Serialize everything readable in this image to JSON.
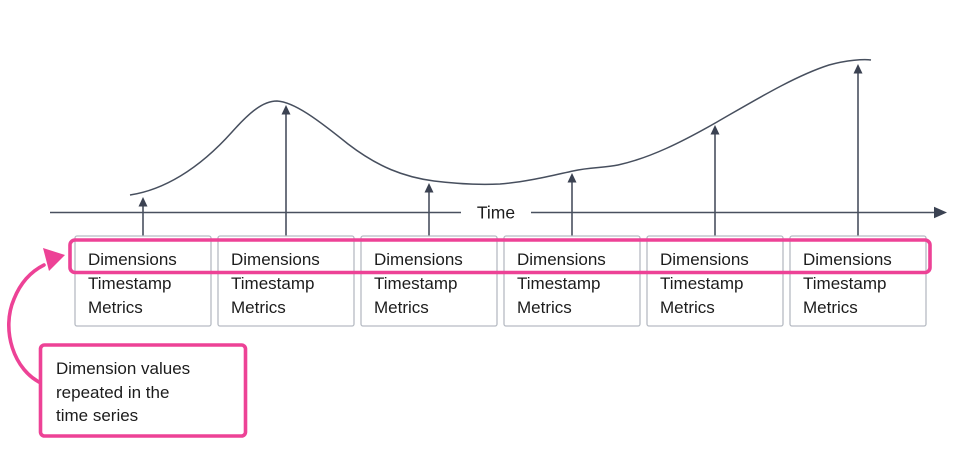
{
  "axis": {
    "label": "Time"
  },
  "records": [
    {
      "fields": [
        "Dimensions",
        "Timestamp",
        "Metrics"
      ]
    },
    {
      "fields": [
        "Dimensions",
        "Timestamp",
        "Metrics"
      ]
    },
    {
      "fields": [
        "Dimensions",
        "Timestamp",
        "Metrics"
      ]
    },
    {
      "fields": [
        "Dimensions",
        "Timestamp",
        "Metrics"
      ]
    },
    {
      "fields": [
        "Dimensions",
        "Timestamp",
        "Metrics"
      ]
    },
    {
      "fields": [
        "Dimensions",
        "Timestamp",
        "Metrics"
      ]
    }
  ],
  "annotation": {
    "lines": [
      "Dimension values",
      "repeated in the",
      "time series"
    ]
  },
  "icons": {
    "data_point_arrow": "up-arrow",
    "axis_arrow": "right-arrow",
    "annotation_arrow": "curved-arrow"
  },
  "colors": {
    "accent_pink": "#ed4296",
    "stroke_dark": "#3b4252",
    "box_border": "#b6bbc3",
    "text": "#1c1c1c"
  }
}
